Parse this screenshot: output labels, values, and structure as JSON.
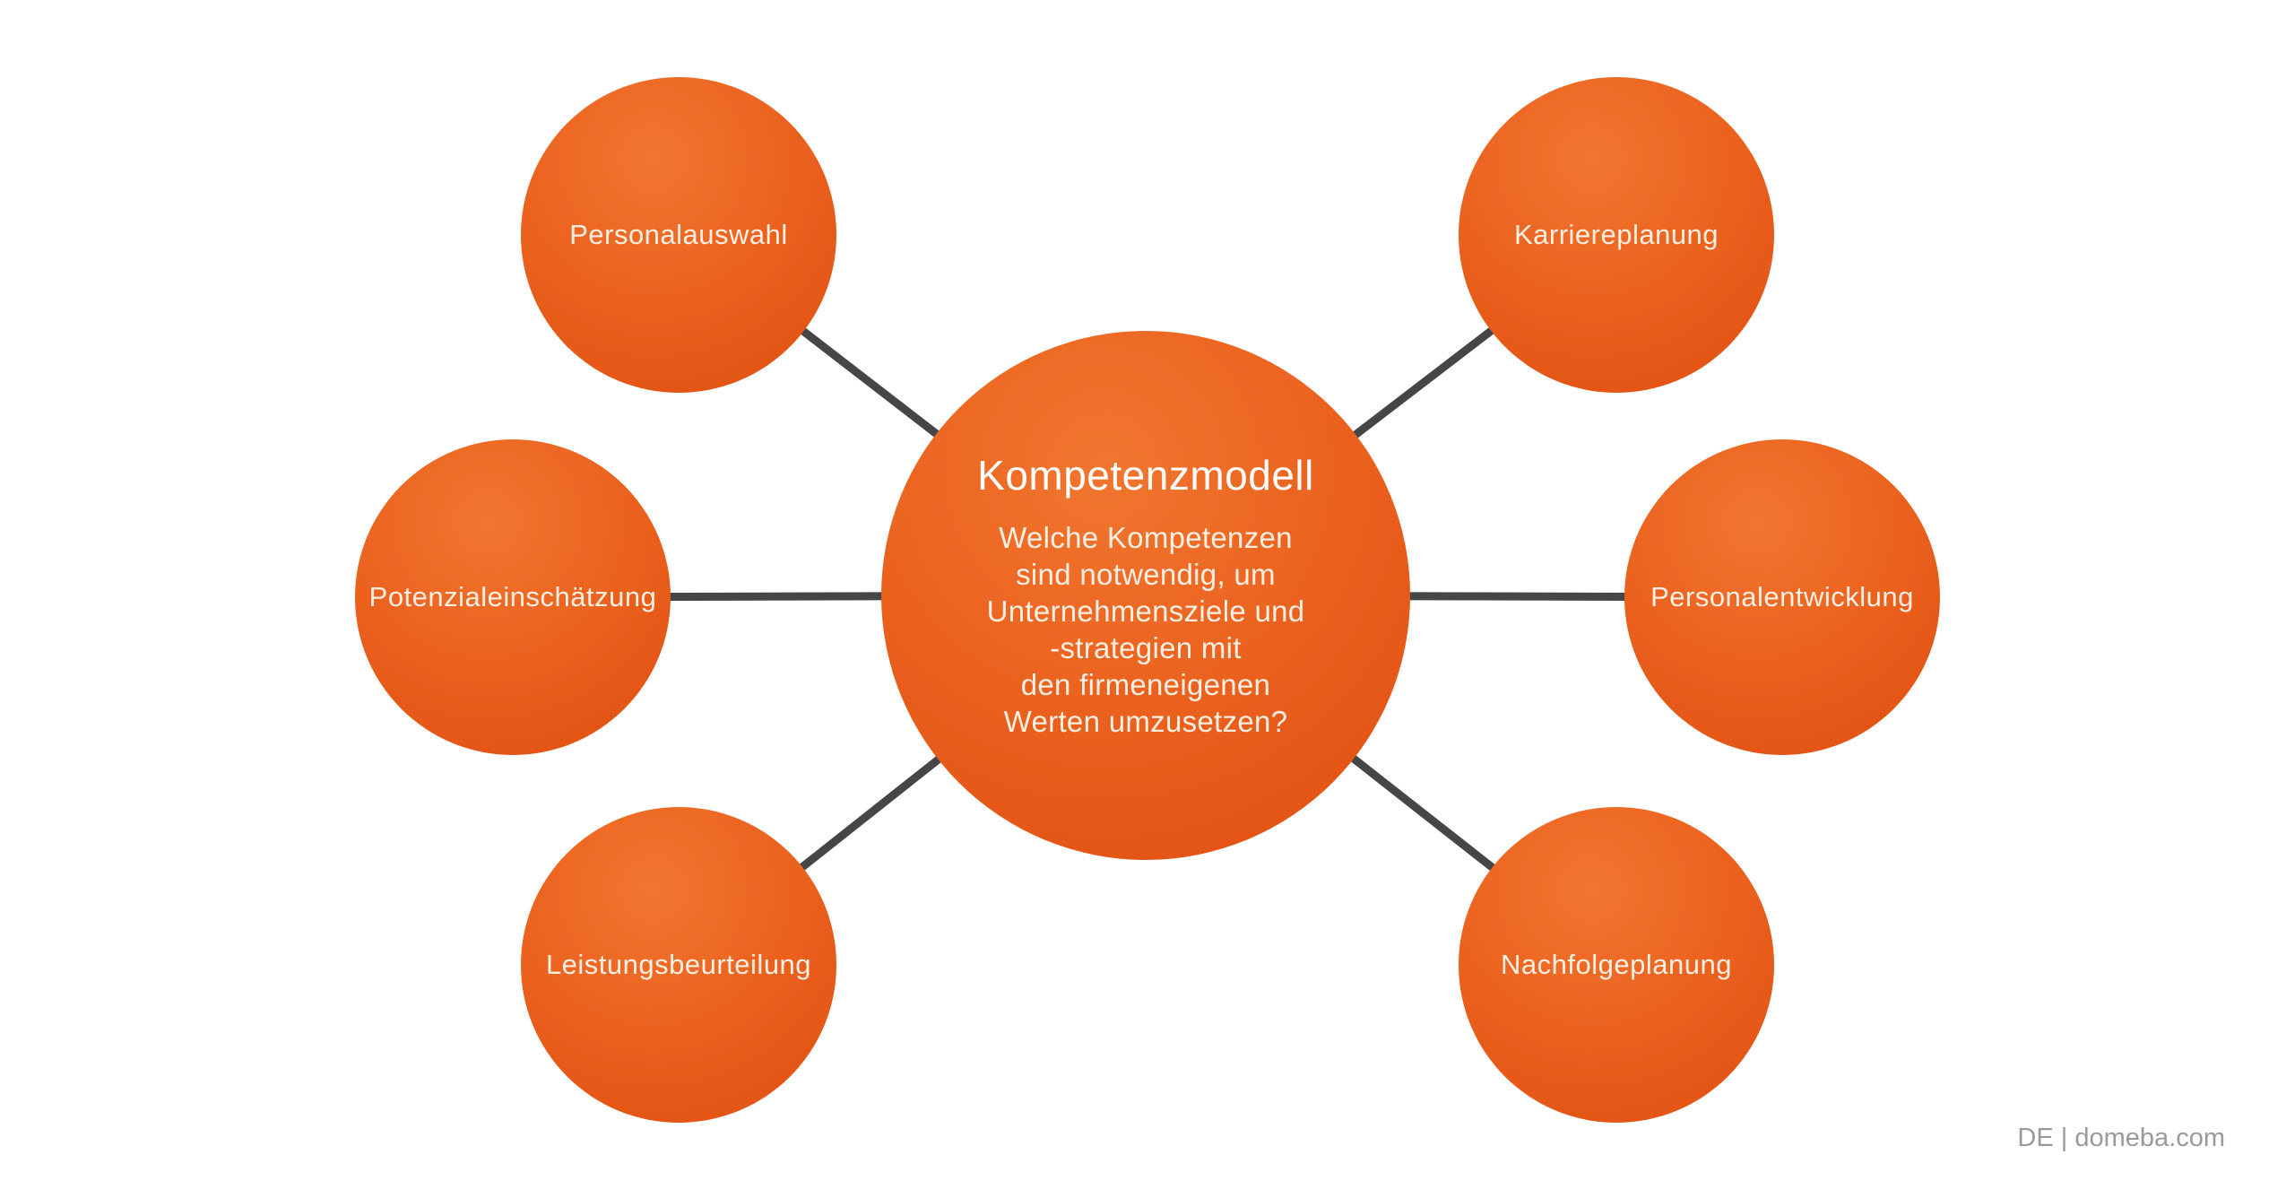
{
  "diagram": {
    "type": "hub-and-spoke",
    "center_node": {
      "title": "Kompetenzmodell",
      "subtitle": "Welche Kompetenzen\nsind notwendig, um\nUnternehmensziele und\n-strategien mit\nden firmeneigenen\nWerten umzusetzen?"
    },
    "satellite_nodes": [
      {
        "id": "personalauswahl",
        "label": "Personalauswahl",
        "position": "top-left"
      },
      {
        "id": "karriereplanung",
        "label": "Karriereplanung",
        "position": "top-right"
      },
      {
        "id": "potenzialeinschaetzung",
        "label": "Potenzialeinschätzung",
        "position": "mid-left"
      },
      {
        "id": "personalentwicklung",
        "label": "Personalentwicklung",
        "position": "mid-right"
      },
      {
        "id": "leistungsbeurteilung",
        "label": "Leistungsbeurteilung",
        "position": "bottom-left"
      },
      {
        "id": "nachfolgeplanung",
        "label": "Nachfolgeplanung",
        "position": "bottom-right"
      }
    ],
    "colors": {
      "node_gradient_light": "#F1762F",
      "node_gradient_dark": "#DF4D10",
      "connector_line": "#444648",
      "node_label_text": "#FBEFE3",
      "center_title_text": "#FFFFFF",
      "footer_text": "#9A9A9A",
      "background": "#FFFFFF"
    }
  },
  "footer": {
    "text": "DE | domeba.com"
  }
}
